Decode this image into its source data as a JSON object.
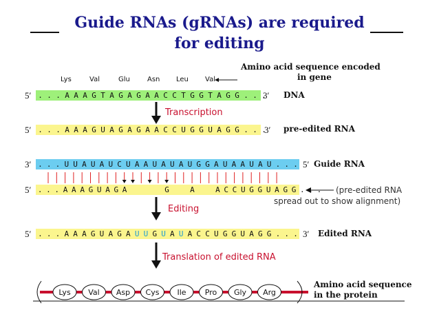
{
  "title_line1": "Guide RNAs (gRNAs) are required",
  "title_line2": "for editing",
  "aa_top": [
    "Lys",
    "Val",
    "Glu",
    "Asn",
    "Leu",
    "Val"
  ],
  "aa_note_line1": "Amino acid sequence encoded",
  "aa_note_line2": "in gene",
  "dna": {
    "p5": "5′",
    "seq": "...AAAGTAGAGAACCTGGTAGG...",
    "p3": "3′",
    "label": "DNA"
  },
  "transcription": "Transcription",
  "pre_rna": {
    "p5": "5′",
    "seq": "...AAAGUAGAGAACCUGGUAGG...",
    "p3": "3′",
    "label": "pre-edited RNA"
  },
  "guide": {
    "p3": "3′",
    "seq": "...UUAUAUCUAAUAUAUGGAUAAUAU...",
    "p5": "5′",
    "label": "Guide RNA"
  },
  "spread": {
    "p5": "5′",
    "seq": "...AAAGUAGA    G  A  ACCUGGUAGG...",
    "note_line1": "(pre-edited RNA",
    "note_line2": "spread out to show alignment)"
  },
  "editing": "Editing",
  "edited": {
    "p5": "5′",
    "seq": "...AAAGUAGAUUGUAUACCUGGUAGG...",
    "p3": "3′",
    "label": "Edited RNA",
    "inserted_positions": [
      11,
      12,
      14,
      16
    ]
  },
  "translation": "Translation of edited RNA",
  "aa_bottom": [
    "Lys",
    "Val",
    "Asp",
    "Cys",
    "Ile",
    "Pro",
    "Gly",
    "Arg"
  ],
  "protein_note_line1": "Amino acid sequence",
  "protein_note_line2": "in the protein",
  "colors": {
    "title": "#1a1a8c",
    "green": "#9ef07a",
    "yellow": "#fbf58e",
    "blue": "#6ccdf0",
    "red": "#c8102e",
    "insert": "#1f9bd1",
    "link": "#e02020"
  }
}
